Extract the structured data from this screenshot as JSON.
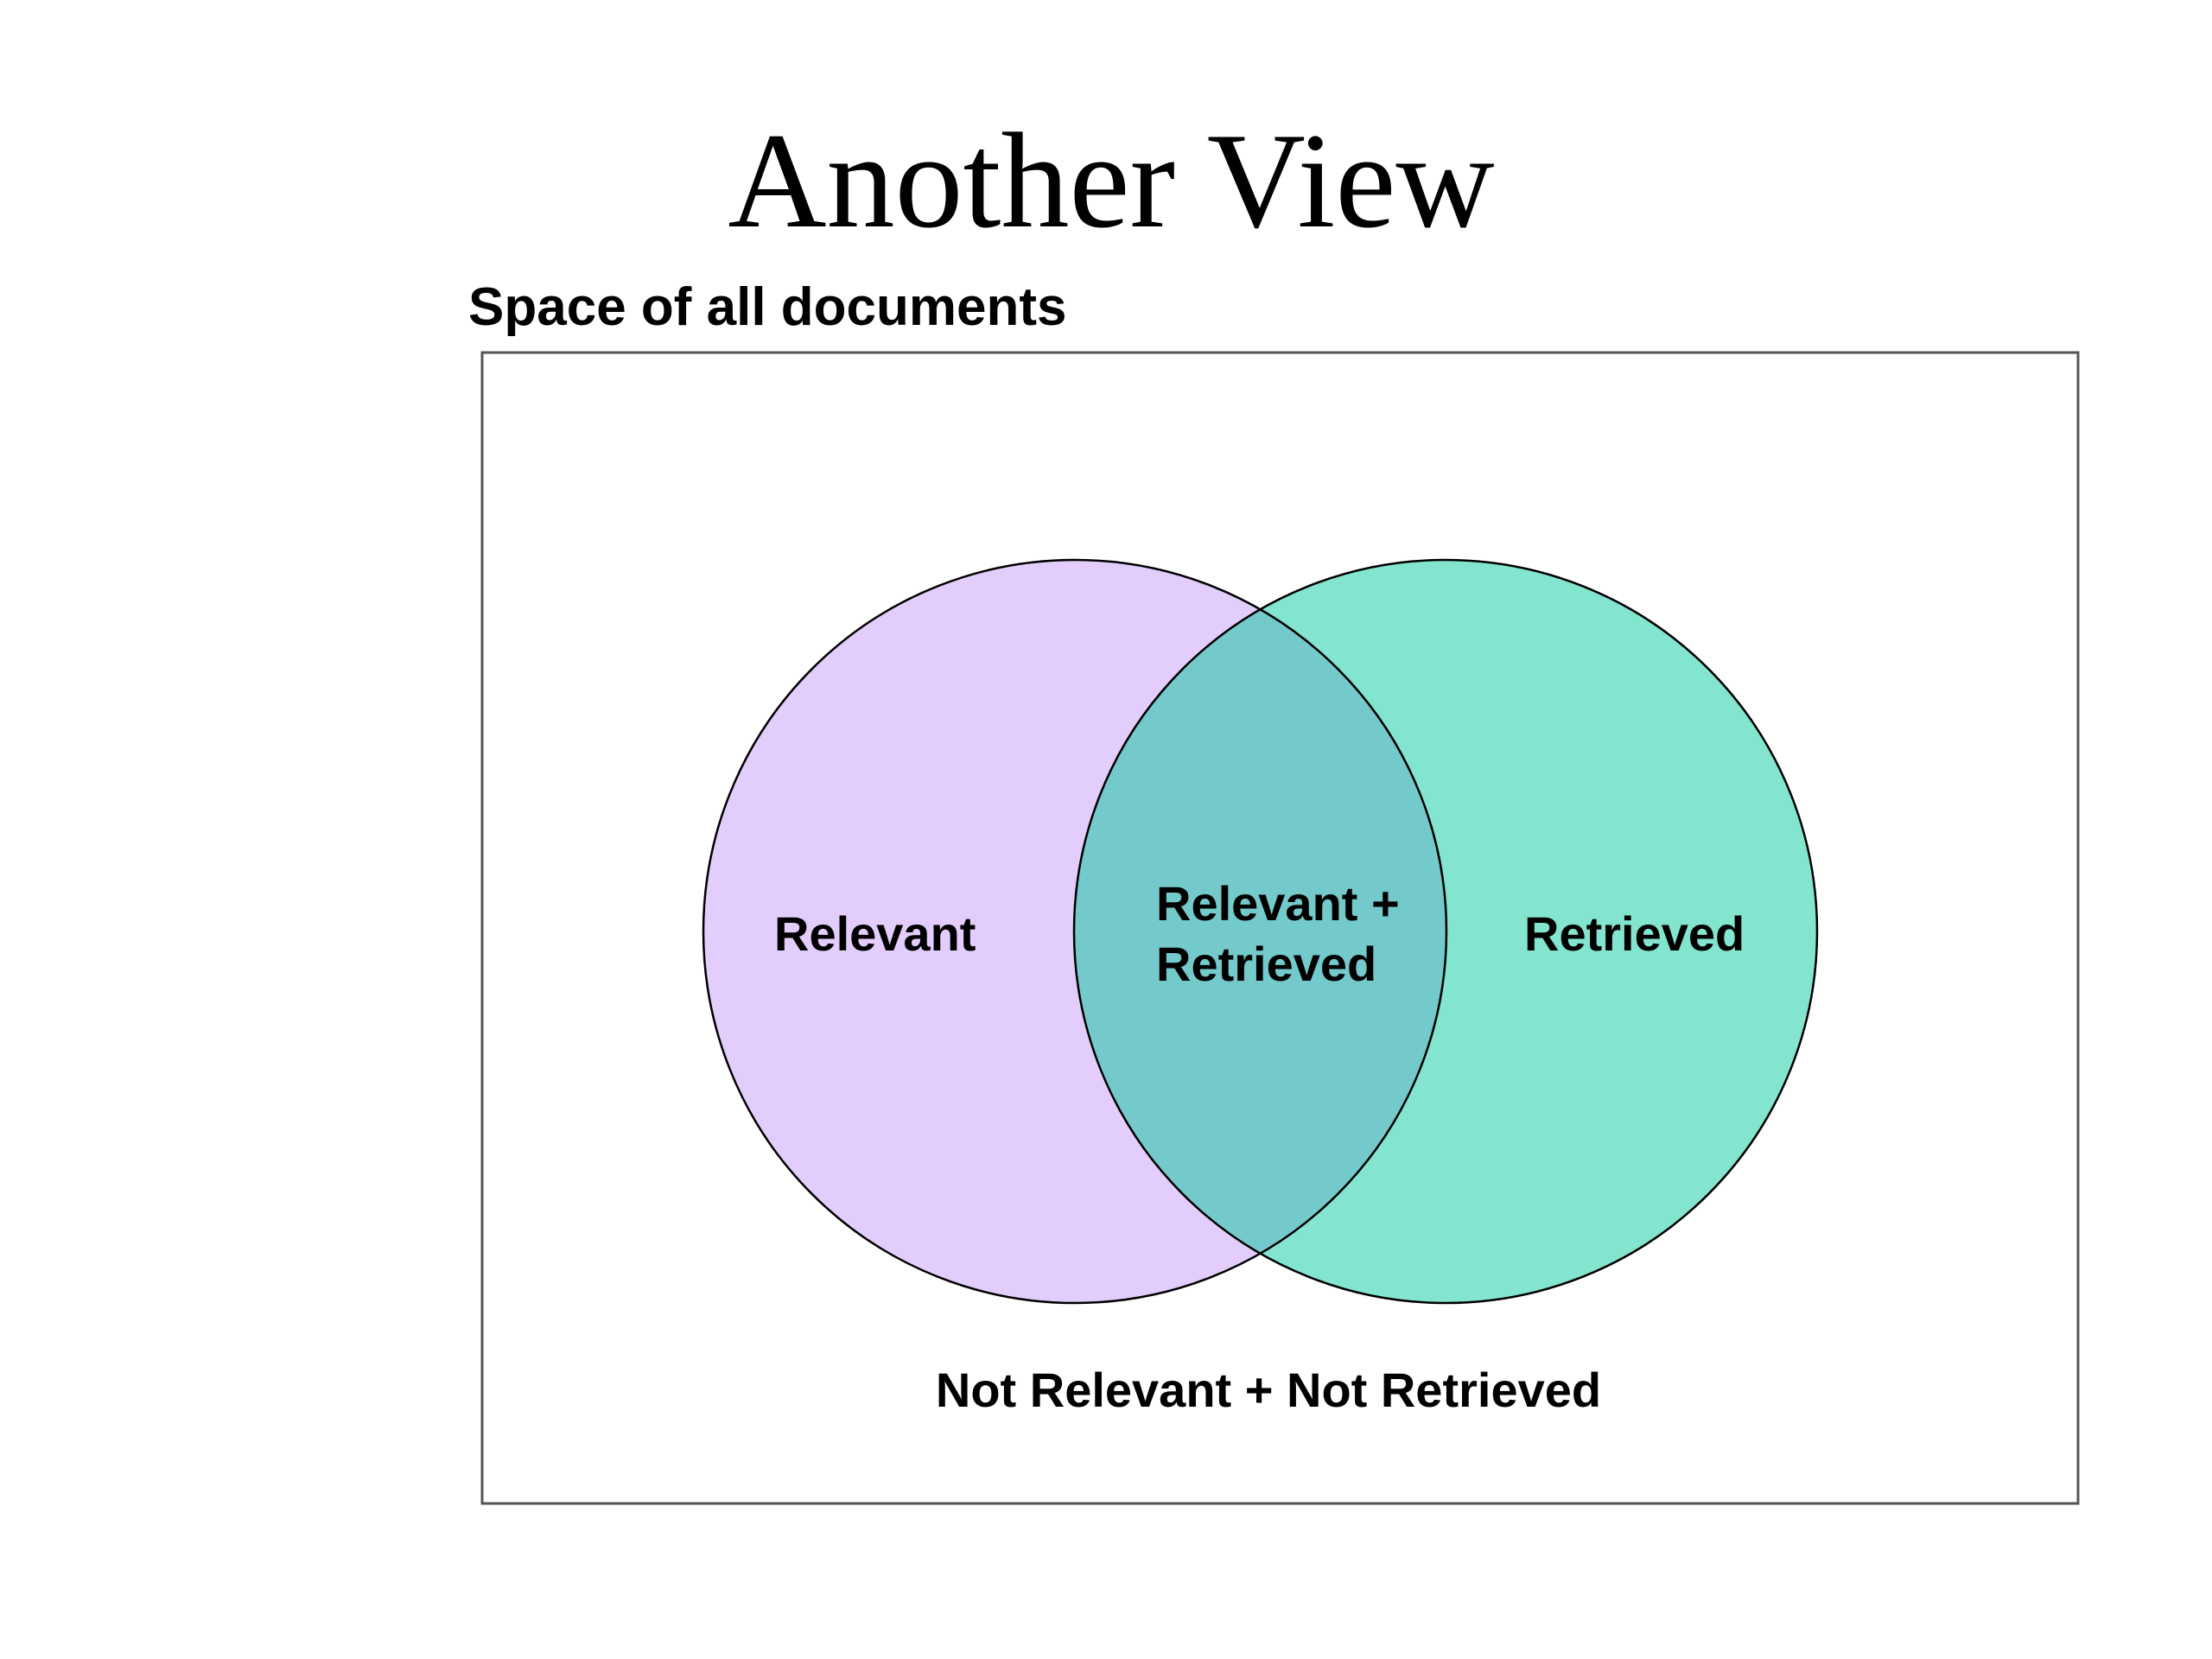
{
  "slide": {
    "title": "Another View",
    "space_label": "Space of all documents"
  },
  "regions": {
    "relevant": "Relevant",
    "intersection_line1": "Relevant +",
    "intersection_line2": "Retrieved",
    "retrieved": "Retrieved",
    "outside": "Not Relevant + Not Retrieved"
  },
  "colors": {
    "relevant_fill": "#E3CDFC",
    "retrieved_fill": "#83E5CF",
    "intersection_fill": "#74CACB",
    "outline": "#000000",
    "box_border": "#555555"
  }
}
